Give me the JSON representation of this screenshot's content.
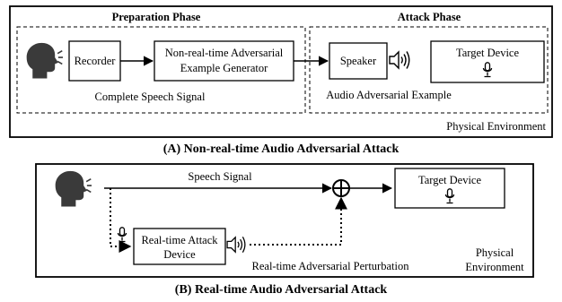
{
  "panel_a": {
    "preparation_title": "Preparation Phase",
    "attack_title": "Attack Phase",
    "recorder": "Recorder",
    "generator_line1": "Non-real-time Adversarial",
    "generator_line2": "Example Generator",
    "speaker": "Speaker",
    "target_device": "Target Device",
    "complete_speech": "Complete Speech Signal",
    "audio_adv_example": "Audio Adversarial Example",
    "physical_env": "Physical Environment",
    "caption": "(A) Non-real-time Audio Adversarial Attack"
  },
  "panel_b": {
    "speech_signal": "Speech Signal",
    "target_device": "Target Device",
    "rt_device_line1": "Real-time Attack",
    "rt_device_line2": "Device",
    "rt_perturbation": "Real-time Adversarial Perturbation",
    "physical_line1": "Physical",
    "physical_line2": "Environment",
    "caption": "(B) Real-time Audio Adversarial Attack"
  },
  "icons": [
    "speaking-head-icon",
    "microphone-icon",
    "speaker-icon",
    "sum-icon"
  ]
}
